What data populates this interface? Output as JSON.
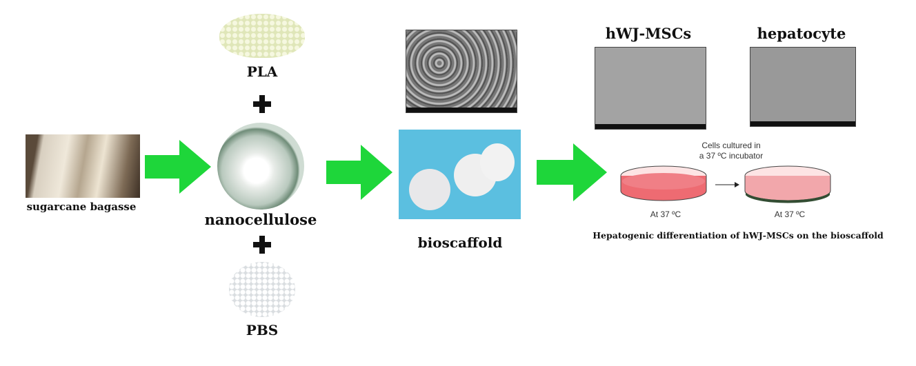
{
  "labels": {
    "bagasse": "sugarcane bagasse",
    "pla": "PLA",
    "nanocellulose": "nanocellulose",
    "pbs": "PBS",
    "bioscaffold": "bioscaffold",
    "hwj": "hWJ-MSCs",
    "hepatocyte": "hepatocyte",
    "culture_line1": "Cells cultured in",
    "culture_line2": "a 37 ºC incubator",
    "temp_left": "At 37 ºC",
    "temp_right": "At 37 ºC",
    "caption": "Hepatogenic differentiation of hWJ-MSCs on the bioscaffold"
  },
  "colors": {
    "arrow": "#1ed63a",
    "scaffold_bg": "#5bbfe0",
    "media": "#ee6b72"
  }
}
